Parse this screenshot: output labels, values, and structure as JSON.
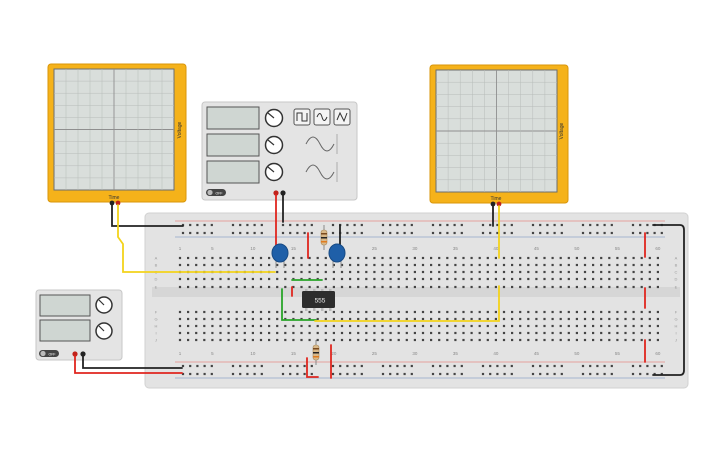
{
  "colors": {
    "scope_frame": "#f5b21a",
    "scope_screen": "#d9dedb",
    "board": "#e2e2e2",
    "rail_red": "#e0261f",
    "rail_black": "#222222",
    "wire_yellow": "#f3d31b",
    "wire_green": "#2aa52a",
    "capacitor": "#1f5fa8",
    "chip": "#2d2d2d"
  },
  "scopes": [
    {
      "id": "scope-left",
      "axis_label": "Time",
      "side_label": "Voltage"
    },
    {
      "id": "scope-right",
      "axis_label": "Time",
      "side_label": "Voltage"
    }
  ],
  "function_generator": {
    "switch_label": "OFF"
  },
  "power_supply": {
    "switch_label": "OFF"
  },
  "breadboard": {
    "column_numbers_top": [
      "1",
      "5",
      "10",
      "15",
      "20",
      "25",
      "30",
      "35",
      "40",
      "45",
      "50",
      "55",
      "60"
    ],
    "column_numbers_bottom": [
      "1",
      "5",
      "10",
      "15",
      "20",
      "25",
      "30",
      "35",
      "40",
      "45",
      "50",
      "55",
      "60"
    ],
    "row_letters_top": [
      "A",
      "B",
      "C",
      "D",
      "E"
    ],
    "row_letters_bottom": [
      "F",
      "G",
      "H",
      "I",
      "J"
    ]
  },
  "chip": {
    "label": "555"
  },
  "icons": [
    "square-wave-icon",
    "sine-wave-icon",
    "triangle-wave-icon",
    "knob-icon"
  ]
}
